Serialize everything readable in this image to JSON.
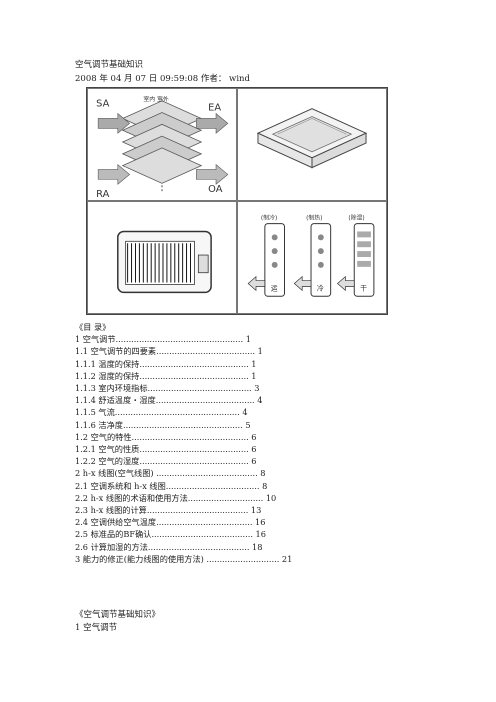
{
  "document": {
    "title": "空气调节基础知识",
    "meta": "2008 年 04 月 07 日 09:59:08 作者： wind"
  },
  "figure": {
    "diagram_labels": {
      "sa": "SA",
      "ea": "EA",
      "ra": "RA",
      "oa": "OA",
      "indoor_outdoor": "室内 室外"
    },
    "remote_labels": [
      "(制冷)",
      "(制热)",
      "(除湿)"
    ],
    "remote_buttons": [
      "运",
      "冷",
      "干"
    ]
  },
  "toc": {
    "heading": "《目 录》",
    "lines": [
      "1 空气调节................................................. 1",
      "1.1 空气调节的四要素...................................... 1",
      "1.1.1 温度的保持.......................................... 1",
      "1.1.2 湿度的保持.......................................... 1",
      "1.1.3 室内环境指标........................................ 3",
      "1.1.4 舒适温度・湿度...................................... 4",
      "1.1.5 气流................................................ 4",
      "1.1.6 洁净度.............................................. 5",
      "1.2 空气的特性............................................. 6",
      "1.2.1 空气的性质.......................................... 6",
      "1.2.2 空气的湿度.......................................... 6",
      "2 h-x 线图(空气线图) ....................................... 8",
      "2.1 空调系统和 h-x 线图.................................... 8",
      "2.2 h-x 线图的术语和使用方法............................. 10",
      "2.3 h-x 线图的计算....................................... 13",
      "2.4 空调供给空气温度..................................... 16",
      "2.5 标准品的BF确认....................................... 16",
      "2.6 计算加湿的方法....................................... 18",
      "3 能力的修正(能力线图的使用方法) ............................ 21"
    ]
  },
  "body": {
    "section_title": "《空气调节基础知识》",
    "section_heading": "1 空气调节"
  }
}
